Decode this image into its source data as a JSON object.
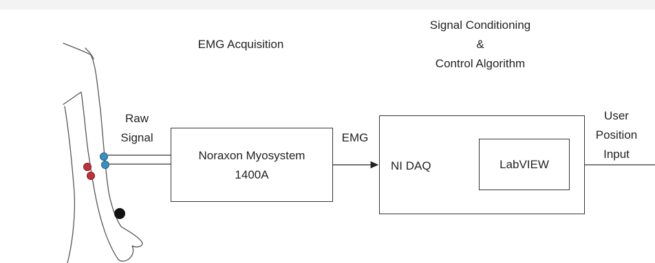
{
  "sections": {
    "acquisition_title": "EMG Acquisition",
    "conditioning_title_line1": "Signal Conditioning",
    "conditioning_title_line2": "&",
    "conditioning_title_line3": "Control Algorithm"
  },
  "labels": {
    "raw_signal_line1": "Raw",
    "raw_signal_line2": "Signal",
    "emg": "EMG",
    "user_position_line1": "User",
    "user_position_line2": "Position",
    "user_position_line3": "Input"
  },
  "blocks": {
    "noraxon_line1": "Noraxon Myosystem",
    "noraxon_line2": "1400A",
    "ni_daq": "NI DAQ",
    "labview": "LabVIEW"
  },
  "colors": {
    "electrode_blue": "#3a8fc0",
    "electrode_red": "#c0303a",
    "ground_electrode": "#111111",
    "line": "#333333"
  }
}
